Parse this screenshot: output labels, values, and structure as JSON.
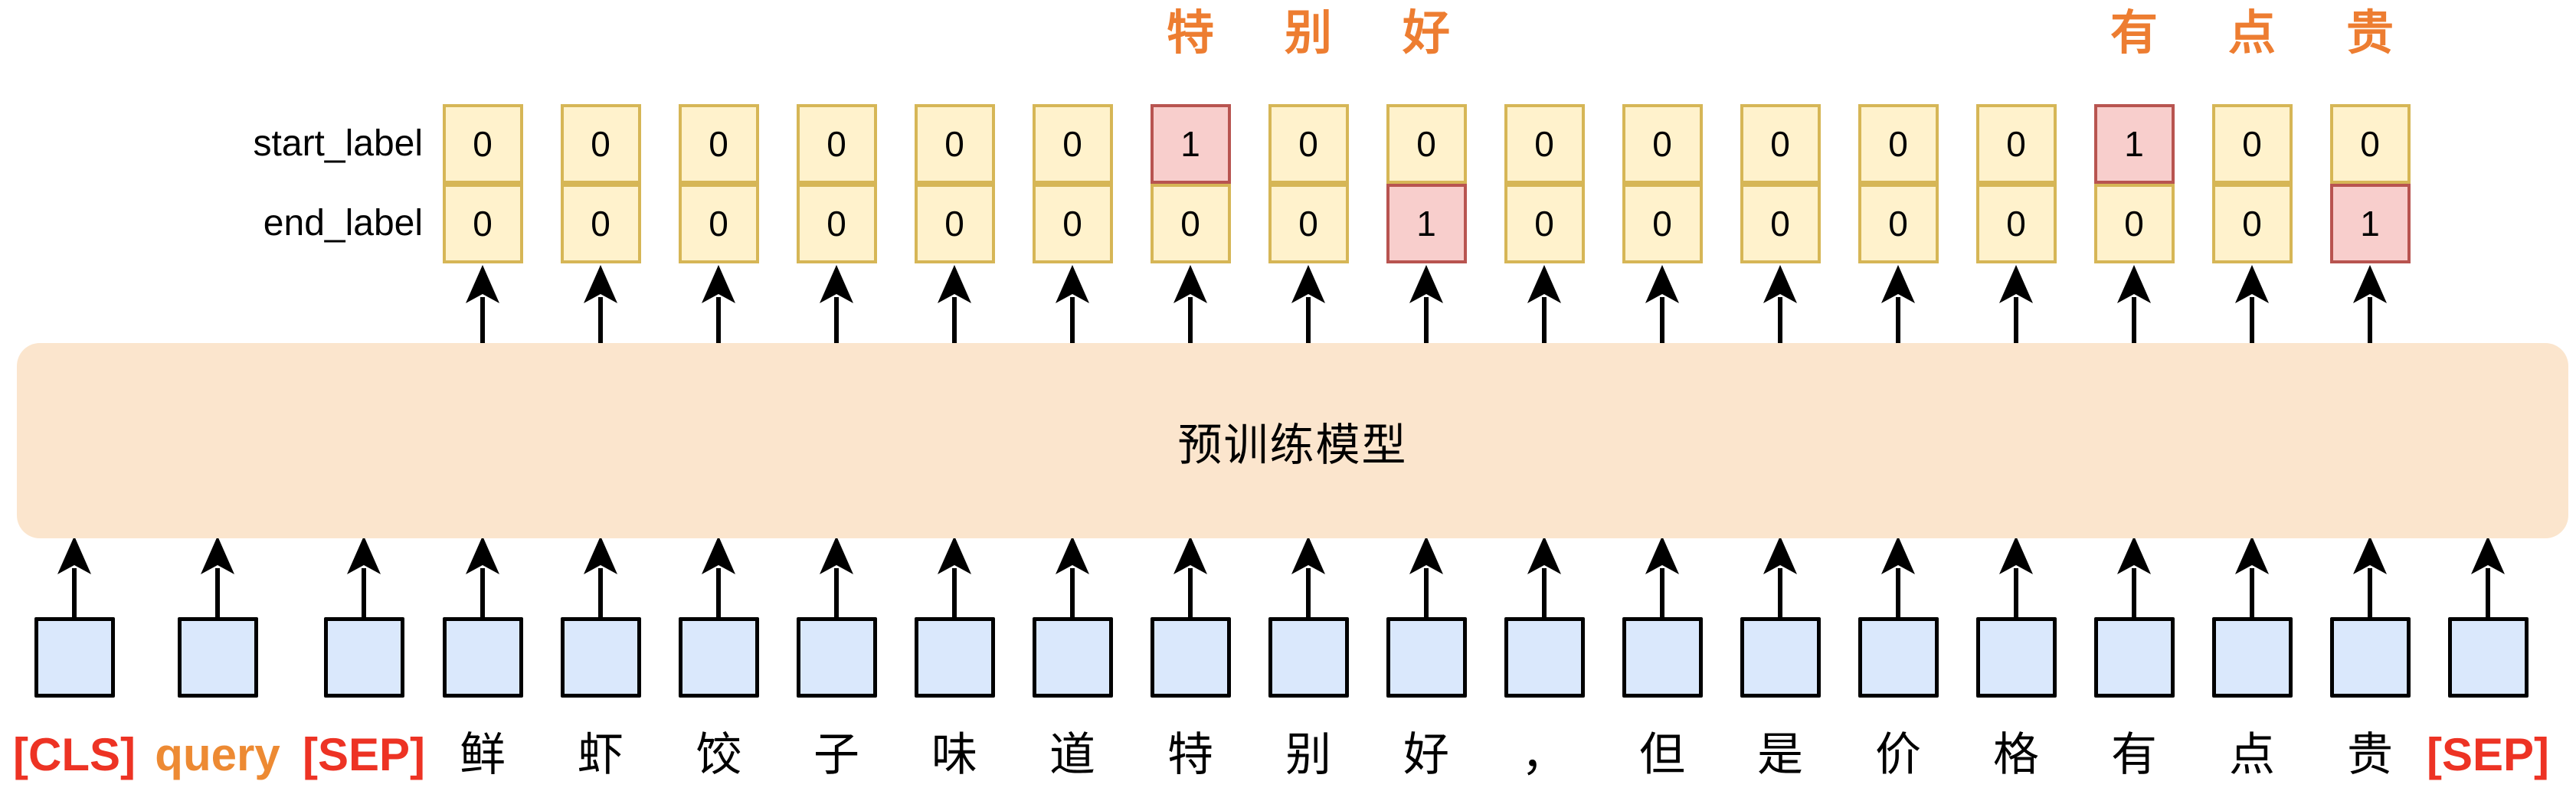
{
  "figure": {
    "model_label": "预训练模型",
    "start_row_label": "start_label",
    "end_row_label": "end_label"
  },
  "answer_spans": [
    {
      "text": "特别好",
      "chars": [
        "特",
        "别",
        "好"
      ],
      "cols": [
        6,
        7,
        8
      ]
    },
    {
      "text": "有点贵",
      "chars": [
        "有",
        "点",
        "贵"
      ],
      "cols": [
        14,
        15,
        16
      ]
    }
  ],
  "label_columns": [
    "鲜",
    "虾",
    "饺",
    "子",
    "味",
    "道",
    "特",
    "别",
    "好",
    "，",
    "但",
    "是",
    "价",
    "格",
    "有",
    "点",
    "贵"
  ],
  "label_rows": {
    "start_values": [
      0,
      0,
      0,
      0,
      0,
      0,
      1,
      0,
      0,
      0,
      0,
      0,
      0,
      0,
      1,
      0,
      0
    ],
    "end_values": [
      0,
      0,
      0,
      0,
      0,
      0,
      0,
      0,
      1,
      0,
      0,
      0,
      0,
      0,
      0,
      0,
      1
    ]
  },
  "input_tokens": [
    {
      "text": "[CLS]",
      "style": "special"
    },
    {
      "text": "query",
      "style": "query"
    },
    {
      "text": "[SEP]",
      "style": "special"
    },
    {
      "text": "鲜",
      "style": "text"
    },
    {
      "text": "虾",
      "style": "text"
    },
    {
      "text": "饺",
      "style": "text"
    },
    {
      "text": "子",
      "style": "text"
    },
    {
      "text": "味",
      "style": "text"
    },
    {
      "text": "道",
      "style": "text"
    },
    {
      "text": "特",
      "style": "text"
    },
    {
      "text": "别",
      "style": "text"
    },
    {
      "text": "好",
      "style": "text"
    },
    {
      "text": "，",
      "style": "text"
    },
    {
      "text": "但",
      "style": "text"
    },
    {
      "text": "是",
      "style": "text"
    },
    {
      "text": "价",
      "style": "text"
    },
    {
      "text": "格",
      "style": "text"
    },
    {
      "text": "有",
      "style": "text"
    },
    {
      "text": "点",
      "style": "text"
    },
    {
      "text": "贵",
      "style": "text"
    },
    {
      "text": "[SEP]",
      "style": "special"
    }
  ],
  "colors": {
    "cell_fill": "#fff2cc",
    "cell_border": "#d6b656",
    "hit_fill": "#f8cecc",
    "hit_border": "#b85450",
    "input_fill": "#dae8fc",
    "input_border": "#000000",
    "model_fill": "#fbe5cd",
    "special_token": "#ed3324",
    "query_token": "#ed8a33",
    "span_char": "#ed7d31",
    "arrow": "#000000"
  }
}
